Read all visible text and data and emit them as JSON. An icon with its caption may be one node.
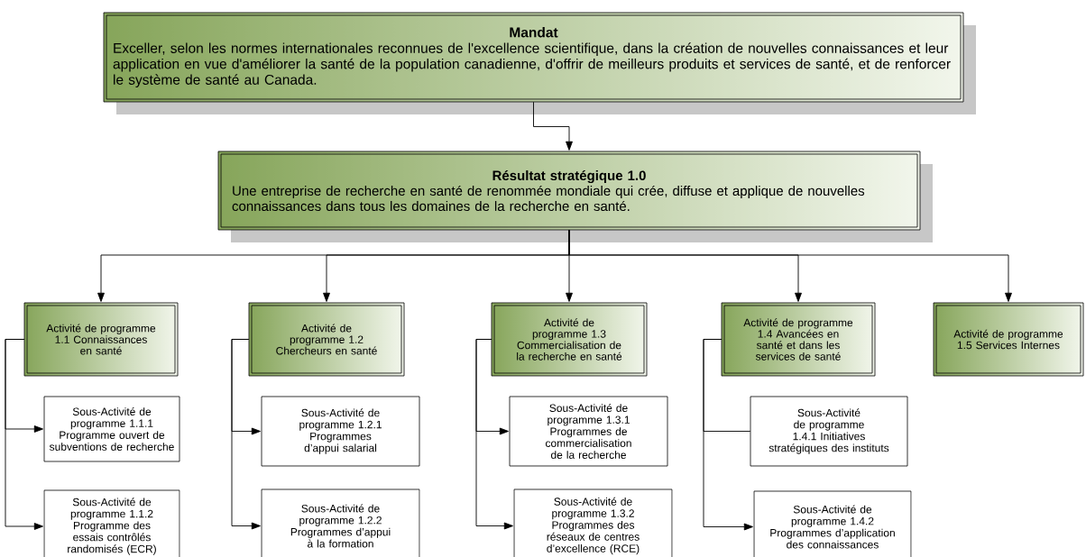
{
  "diagram": {
    "nodes": [
      {
        "text": [
          "Mandat",
          "Exceller, selon les normes internationales reconnues de l'excellence scientifique, dans la création de nouvelles connaissances et leur application en vue d'améliorer la santé de la population canadienne, d'offrir de meilleurs produits et services de santé, et de renforcer le système de santé au Canada."
        ]
      },
      {
        "text": [
          "Résultat stratégique 1.0",
          "Une entreprise de recherche en santé de renommée mondiale qui crée, diffuse et applique de nouvelles connaissances dans tous les domaines de la recherche en santé."
        ]
      },
      {
        "text": [
          "Activité de programme 1.1 Connaissances en santé"
        ]
      },
      {
        "text": [
          "Activité de programme 1.2 Chercheurs en santé"
        ]
      },
      {
        "text": [
          "Activité de programme 1.3 Commercialisation de la recherche en santé"
        ]
      },
      {
        "text": [
          "Activité de programme 1.4 Avancées en santé et dans les services de santé"
        ]
      },
      {
        "text": [
          "Activité de programme 1.5 Services Internes"
        ]
      },
      {
        "text": [
          "Sous-Activité de programme 1.1.1 Programme ouvert de subventions de recherche"
        ]
      },
      {
        "text": [
          "Sous-Activité de programme 1.1.2 Programme des essais contrôlés randomisés (ECR)"
        ]
      },
      {
        "text": [
          "Sous-Activité de programme 1.2.1 Programmes d’appui salarial"
        ]
      },
      {
        "text": [
          "Sous-Activité de programme 1.2.2 Programmes d’appui à la formation"
        ]
      },
      {
        "text": [
          "Sous-Activité de programme 1.3.1 Programmes de commercialisation de la recherche"
        ]
      },
      {
        "text": [
          "Sous-Activité de programme 1.3.2 Programmes des réseaux de centres d’excellence (RCE)"
        ]
      },
      {
        "text": [
          "Sous-Activité de programme 1.4.1 Initiatives stratégiques des instituts"
        ]
      },
      {
        "text": [
          "Sous-Activité de programme 1.4.2 Programmes d’application des connaissances"
        ]
      }
    ],
    "edges": [
      {
        "from": 0,
        "to": 1,
        "arrow": "to"
      },
      {
        "from": 1,
        "to": 2,
        "arrow": "to"
      },
      {
        "from": 1,
        "to": 3,
        "arrow": "to"
      },
      {
        "from": 1,
        "to": 4,
        "arrow": "to"
      },
      {
        "from": 1,
        "to": 5,
        "arrow": "to"
      },
      {
        "from": 1,
        "to": 6,
        "arrow": "to"
      },
      {
        "from": 2,
        "to": 7,
        "arrow": "to"
      },
      {
        "from": 2,
        "to": 8,
        "arrow": "to"
      },
      {
        "from": 3,
        "to": 9,
        "arrow": "to"
      },
      {
        "from": 3,
        "to": 10,
        "arrow": "to"
      },
      {
        "from": 4,
        "to": 11,
        "arrow": "to"
      },
      {
        "from": 4,
        "to": 12,
        "arrow": "to"
      },
      {
        "from": 5,
        "to": 13,
        "arrow": "none"
      },
      {
        "from": 5,
        "to": 14,
        "arrow": "to"
      }
    ]
  }
}
